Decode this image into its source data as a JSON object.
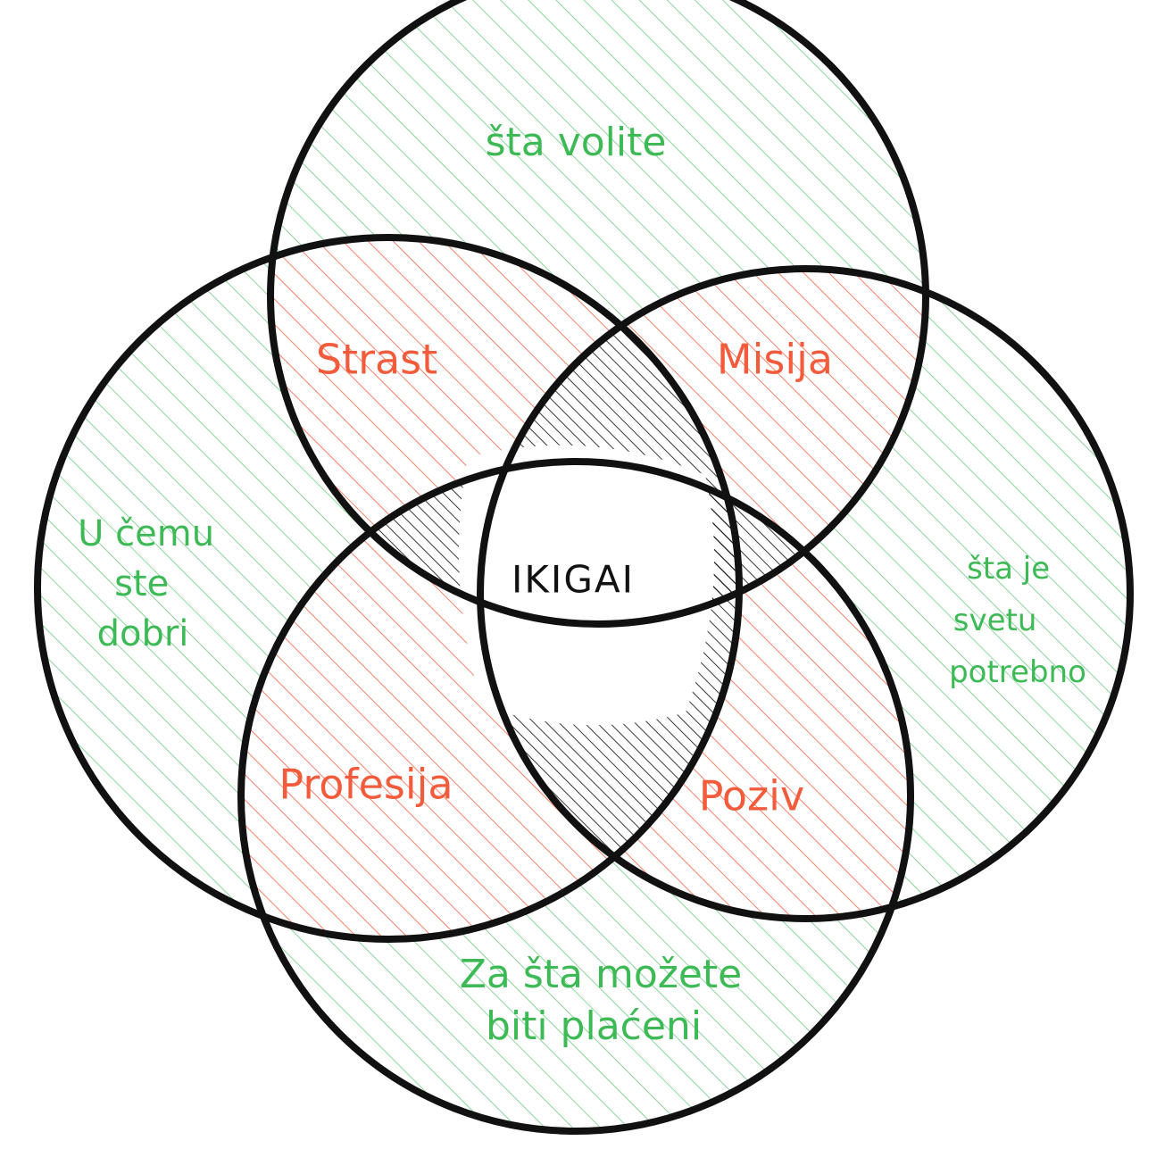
{
  "diagram": {
    "circles": {
      "top": {
        "label": "šta volite"
      },
      "left": {
        "lines": [
          "U čemu",
          "ste",
          "dobri"
        ]
      },
      "right": {
        "lines": [
          "šta je",
          "svetu",
          "potrebno"
        ]
      },
      "bottom": {
        "lines": [
          "Za šta možete",
          "biti plaćeni"
        ]
      }
    },
    "overlaps": {
      "top_left": "Strast",
      "top_right": "Misija",
      "bottom_left": "Profesija",
      "bottom_right": "Poziv"
    },
    "center": "IKIGAI"
  },
  "colors": {
    "outer_hatch": "#3dba56",
    "pair_hatch": "#f25c3c",
    "triple_hatch": "#222222",
    "outline": "#111111"
  }
}
